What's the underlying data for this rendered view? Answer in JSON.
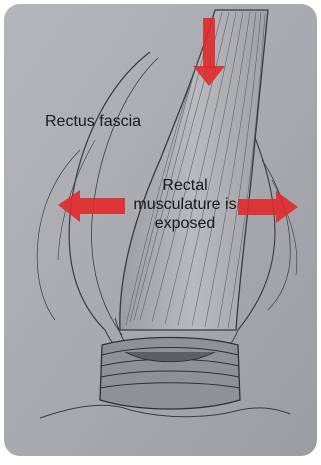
{
  "labels": {
    "rectus_fascia": "Rectus fascia",
    "rectal_lines": [
      "Rectal",
      "musculature is",
      "exposed"
    ]
  },
  "colors": {
    "background": "#a9abb0",
    "arrow": "#e02a2a",
    "pencil": "#3a3b3f"
  },
  "arrows": [
    {
      "direction": "down"
    },
    {
      "direction": "left"
    },
    {
      "direction": "right"
    }
  ]
}
